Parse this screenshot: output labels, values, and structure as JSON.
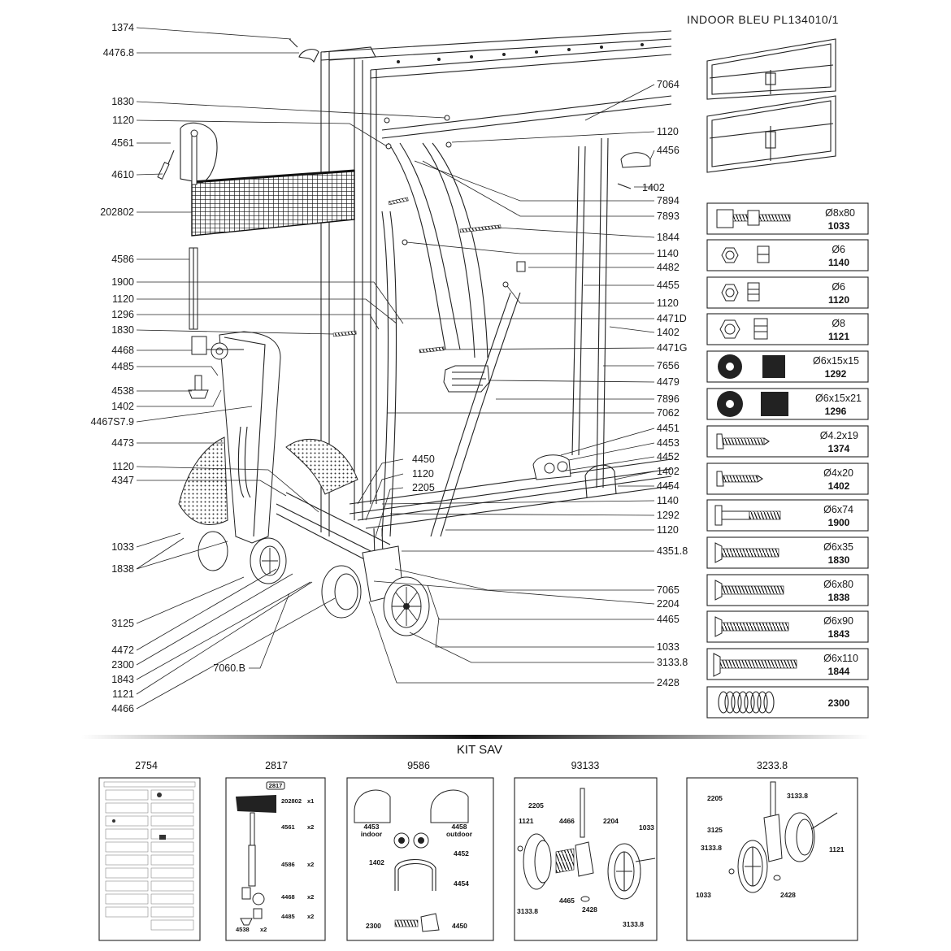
{
  "header": {
    "title": "INDOOR  BLEU  PL134010/1"
  },
  "left_callouts": [
    {
      "id": "l1",
      "text": "1374"
    },
    {
      "id": "l2",
      "text": "4476.8"
    },
    {
      "id": "l3",
      "text": "1830"
    },
    {
      "id": "l4",
      "text": "1120"
    },
    {
      "id": "l5",
      "text": "4561"
    },
    {
      "id": "l6",
      "text": "4610"
    },
    {
      "id": "l7",
      "text": "202802"
    },
    {
      "id": "l8",
      "text": "4586"
    },
    {
      "id": "l9",
      "text": "1900"
    },
    {
      "id": "l10",
      "text": "1120"
    },
    {
      "id": "l11",
      "text": "1296"
    },
    {
      "id": "l12",
      "text": "1830"
    },
    {
      "id": "l13",
      "text": "4468"
    },
    {
      "id": "l14",
      "text": "4485"
    },
    {
      "id": "l15",
      "text": "4538"
    },
    {
      "id": "l16",
      "text": "1402"
    },
    {
      "id": "l17",
      "text": "4467S7.9"
    },
    {
      "id": "l18",
      "text": "4473"
    },
    {
      "id": "l19",
      "text": "1120"
    },
    {
      "id": "l20",
      "text": "4347"
    },
    {
      "id": "l21",
      "text": "1033"
    },
    {
      "id": "l22",
      "text": "1838"
    },
    {
      "id": "l23",
      "text": "3125"
    },
    {
      "id": "l24",
      "text": "4472"
    },
    {
      "id": "l25",
      "text": "2300"
    },
    {
      "id": "l26",
      "text": "1843"
    },
    {
      "id": "l27",
      "text": "1121"
    },
    {
      "id": "l28",
      "text": "4466"
    },
    {
      "id": "l29",
      "text": "7060.B"
    },
    {
      "id": "l30",
      "text": "4450"
    },
    {
      "id": "l31",
      "text": "1120"
    },
    {
      "id": "l32",
      "text": "2205"
    }
  ],
  "right_callouts": [
    {
      "id": "r1",
      "text": "7064"
    },
    {
      "id": "r2",
      "text": "1120"
    },
    {
      "id": "r3",
      "text": "4456"
    },
    {
      "id": "r4",
      "text": "1402"
    },
    {
      "id": "r5",
      "text": "7894"
    },
    {
      "id": "r6",
      "text": "7893"
    },
    {
      "id": "r7",
      "text": "1844"
    },
    {
      "id": "r8",
      "text": "1140"
    },
    {
      "id": "r9",
      "text": "4482"
    },
    {
      "id": "r10",
      "text": "4455"
    },
    {
      "id": "r11",
      "text": "1120"
    },
    {
      "id": "r12",
      "text": "4471D"
    },
    {
      "id": "r13",
      "text": "1402"
    },
    {
      "id": "r14",
      "text": "4471G"
    },
    {
      "id": "r15",
      "text": "7656"
    },
    {
      "id": "r16",
      "text": "4479"
    },
    {
      "id": "r17",
      "text": "7896"
    },
    {
      "id": "r18",
      "text": "7062"
    },
    {
      "id": "r19",
      "text": "4451"
    },
    {
      "id": "r20",
      "text": "4453"
    },
    {
      "id": "r21",
      "text": "4452"
    },
    {
      "id": "r22",
      "text": "1402"
    },
    {
      "id": "r23",
      "text": "4454"
    },
    {
      "id": "r24",
      "text": "1140"
    },
    {
      "id": "r25",
      "text": "1292"
    },
    {
      "id": "r26",
      "text": "1120"
    },
    {
      "id": "r27",
      "text": "4351.8"
    },
    {
      "id": "r28",
      "text": "7065"
    },
    {
      "id": "r29",
      "text": "2204"
    },
    {
      "id": "r30",
      "text": "4465"
    },
    {
      "id": "r31",
      "text": "1033"
    },
    {
      "id": "r32",
      "text": "3133.8"
    },
    {
      "id": "r33",
      "text": "2428"
    }
  ],
  "hardware_table": [
    {
      "size": "Ø8x80",
      "ref": "1033",
      "icon": "bolt-nut-icon"
    },
    {
      "size": "Ø6",
      "ref": "1140",
      "icon": "hex-nut-icon"
    },
    {
      "size": "Ø6",
      "ref": "1120",
      "icon": "lock-nut-icon"
    },
    {
      "size": "Ø8",
      "ref": "1121",
      "icon": "lock-nut-icon"
    },
    {
      "size": "Ø6x15x15",
      "ref": "1292",
      "icon": "washer-icon"
    },
    {
      "size": "Ø6x15x21",
      "ref": "1296",
      "icon": "washer-icon"
    },
    {
      "size": "Ø4.2x19",
      "ref": "1374",
      "icon": "screw-icon"
    },
    {
      "size": "Ø4x20",
      "ref": "1402",
      "icon": "screw-icon"
    },
    {
      "size": "Ø6x74",
      "ref": "1900",
      "icon": "bolt-icon"
    },
    {
      "size": "Ø6x35",
      "ref": "1830",
      "icon": "bolt-icon"
    },
    {
      "size": "Ø6x80",
      "ref": "1838",
      "icon": "bolt-icon"
    },
    {
      "size": "Ø6x90",
      "ref": "1843",
      "icon": "bolt-icon"
    },
    {
      "size": "Ø6x110",
      "ref": "1844",
      "icon": "bolt-icon"
    },
    {
      "size": "",
      "ref": "2300",
      "icon": "spring-icon"
    }
  ],
  "kit": {
    "title": "KIT SAV",
    "boxes": [
      {
        "number": "2754"
      },
      {
        "number": "2817",
        "labels": [
          "2817",
          "202802",
          "x1",
          "4561",
          "x2",
          "4586",
          "x2",
          "4468",
          "x2",
          "4485",
          "x2",
          "4538",
          "x2"
        ]
      },
      {
        "number": "9586",
        "labels": [
          "4453",
          "indoor",
          "4458",
          "outdoor",
          "4452",
          "1402",
          "4454",
          "2300",
          "4450"
        ]
      },
      {
        "number": "93133",
        "labels": [
          "2205",
          "1121",
          "4466",
          "2204",
          "1033",
          "3133.8",
          "4465",
          "2428",
          "3133.8"
        ]
      },
      {
        "number": "3233.8",
        "labels": [
          "2205",
          "3133.8",
          "3125",
          "1121",
          "3133.8",
          "1033",
          "2428"
        ]
      }
    ]
  }
}
